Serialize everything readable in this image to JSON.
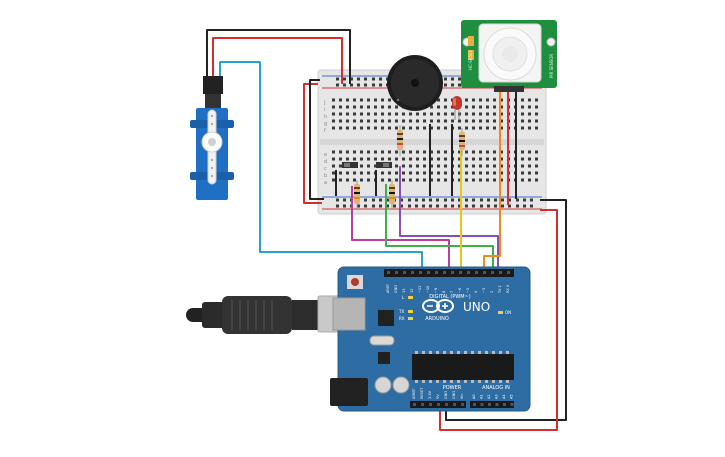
{
  "arduino": {
    "name": "UNO",
    "brand": "ARDUINO",
    "digital_label": "DIGITAL (PWM~)",
    "analog_label": "ANALOG IN",
    "power_label": "POWER",
    "on_label": "ON",
    "l_label": "L",
    "tx_label": "TX",
    "rx_label": "RX",
    "digital_pins": [
      "AREF",
      "GND",
      "13",
      "12",
      "~11",
      "~10",
      "~9",
      "8",
      "7",
      "~6",
      "~5",
      "4",
      "~3",
      "2",
      "TX 1",
      "RX 0"
    ],
    "power_pins": [
      "IOREF",
      "RESET",
      "3.3V",
      "5V",
      "GND",
      "GND",
      "Vin"
    ],
    "analog_pins": [
      "A0",
      "A1",
      "A2",
      "A3",
      "A4",
      "A5"
    ]
  },
  "pir": {
    "label_left": "HC-SR501",
    "label_right": "PIR SENSOR"
  },
  "breadboard": {
    "row_letters_top": [
      "j",
      "i",
      "h",
      "g",
      "f"
    ],
    "row_letters_bottom": [
      "e",
      "d",
      "c",
      "b",
      "a"
    ]
  },
  "colors": {
    "arduino_board": "#2e6da4",
    "wire_red": "#d32f2f",
    "wire_black": "#222222",
    "wire_blue": "#29a3c9",
    "wire_magenta": "#b83d9e",
    "wire_green": "#3fae49",
    "wire_purple": "#8a4fb0",
    "wire_yellow": "#e6c619",
    "wire_orange": "#ef8a1b",
    "pir_board": "#1e8f3e",
    "servo_body": "#1f6fc4",
    "led_red": "#e0392b"
  }
}
